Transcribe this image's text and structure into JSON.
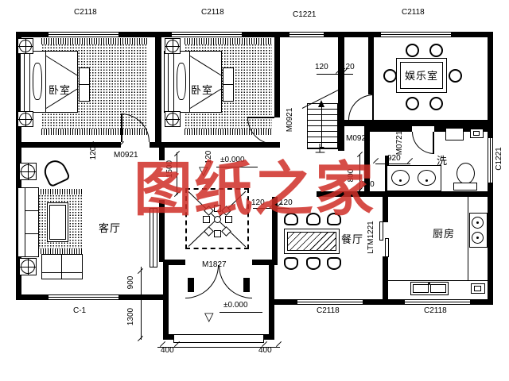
{
  "watermark": {
    "text": "图纸之家",
    "color": "#cf2f28"
  },
  "rooms": {
    "bedroom1": "卧室",
    "bedroom2": "卧室",
    "entertainment": "娱乐室",
    "washroom": "洗",
    "living": "客厅",
    "dining": "餐厅",
    "kitchen": "厨房"
  },
  "windows": {
    "top_left": "C2118",
    "top_mid": "C2118",
    "top_stair": "C1221",
    "top_right": "C2118",
    "right_side": "C1221",
    "bottom_living": "C-1",
    "bottom_dining": "C2118",
    "bottom_kitchen": "C2118"
  },
  "doors": {
    "bedroom1": "M0921",
    "bedroom2": "M0921",
    "entertainment": "M0921",
    "washroom": "M0721",
    "entrance": "M1827",
    "kitchen_sliding": "LTM1221"
  },
  "stairs": {
    "up": "上"
  },
  "elevations": {
    "hall": "±0.000",
    "porch": "±0.000",
    "marker": "▽"
  },
  "dimensions": {
    "d120_bedroom1": "120",
    "d120_bedroom2": "120",
    "d1500": "1500",
    "d120_stair_left": "120",
    "d120_stair_right": "120",
    "d120_hall_left": "120",
    "d120_hall_right": "120",
    "d800": "800",
    "d120_corridor": "120",
    "d920": "920",
    "d900": "900",
    "d1300": "1300",
    "d400_left": "400",
    "d400_right": "400"
  }
}
